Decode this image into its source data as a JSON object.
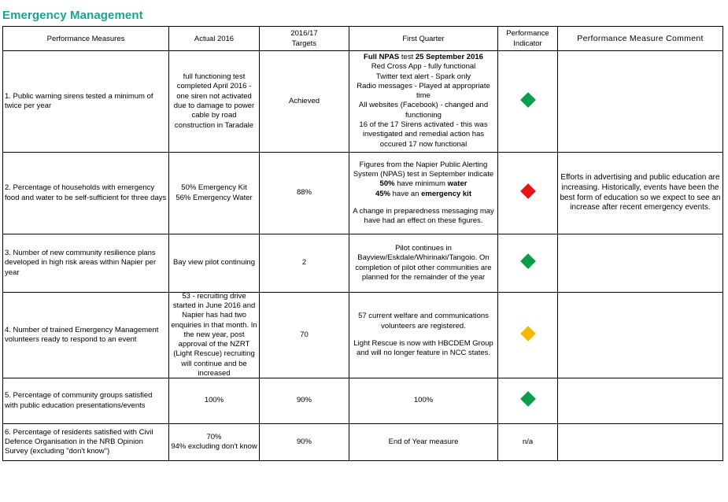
{
  "title": "Emergency Management",
  "headers": {
    "measures": "Performance Measures",
    "actual": "Actual 2016",
    "targets_line1": "2016/17",
    "targets_line2": "Targets",
    "quarter": "First Quarter",
    "indicator_line1": "Performance",
    "indicator_line2": "Indicator",
    "comment": "Performance Measure Comment"
  },
  "colors": {
    "green": "#0a9d4a",
    "red": "#e8141b",
    "amber": "#f5b800",
    "title": "#1aa391"
  },
  "rows": [
    {
      "measure": "1.  Public warning sirens tested a minimum of twice per year",
      "actual": "full functioning test completed April 2016 - one siren not activated due to damage to power cable by road construction in Taradale",
      "target": "Achieved",
      "quarter": {
        "l1a": "Full NPAS",
        "l1b": " test ",
        "l1c": "25 September 2016",
        "l2": "Red Cross App - fully functional",
        "l3": "Twitter text alert - Spark only",
        "l4": "Radio messages - Played at appropriate time",
        "l5": "All websites (Facebook) - changed and functioning",
        "l6": "16 of the 17 Sirens activated - this was investigated and remedial action has occured 17 now functional"
      },
      "indicator": "green",
      "comment": ""
    },
    {
      "measure": "2.  Percentage of households with emergency food and water to be self-sufficient for three days",
      "actual_l1": "50% Emergency Kit",
      "actual_l2": "56% Emergency Water",
      "target": "88%",
      "quarter": {
        "l1": "Figures from the Napier Public Alerting System (NPAS) test in September indicate",
        "l2a": "50%",
        "l2b": " have minimum ",
        "l2c": "water",
        "l3a": "45%",
        "l3b": " have an ",
        "l3c": "emergency kit",
        "l4": "A change in preparedness messaging may have had an effect on these figures."
      },
      "indicator": "red",
      "comment": "Efforts in advertising and public education are increasing. Historically, events have been the best form of education so we expect to see an increase after recent emergency events."
    },
    {
      "measure": "3.  Number of new community resilience plans developed in high risk areas within Napier per year",
      "actual": "Bay view pilot continuing",
      "target": "2",
      "quarter": "Pilot continues in Bayview/Eskdale/Whirinaki/Tangoio. On completion of pilot other communities are planned for the remainder of the year",
      "indicator": "green",
      "comment": ""
    },
    {
      "measure": "4.  Number of trained Emergency Management volunteers ready to respond to an event",
      "actual": "53 - recruiting drive started in June 2016 and Napier has had two enquiries in that month. In the new year, post approval of the NZRT (Light Rescue) recruiting will continue and be increased",
      "target": "70",
      "quarter": {
        "l1": "57 current welfare and communications volunteers are registered.",
        "l2": "Light Rescue is now with HBCDEM Group and will no longer feature in NCC states."
      },
      "indicator": "amber",
      "comment": ""
    },
    {
      "measure": "5.  Percentage of community groups satisfied with public education presentations/events",
      "actual": "100%",
      "target": "90%",
      "quarter": "100%",
      "indicator": "green",
      "comment": ""
    },
    {
      "measure": "6.  Percentage of residents satisfied with Civil Defence Organisation in the NRB Opinion Survey (excluding \"don't know\")",
      "actual_l1": "70%",
      "actual_l2": "94% excluding don't know",
      "target": "90%",
      "quarter": "End of Year measure",
      "indicator_text": "n/a",
      "comment": ""
    }
  ]
}
